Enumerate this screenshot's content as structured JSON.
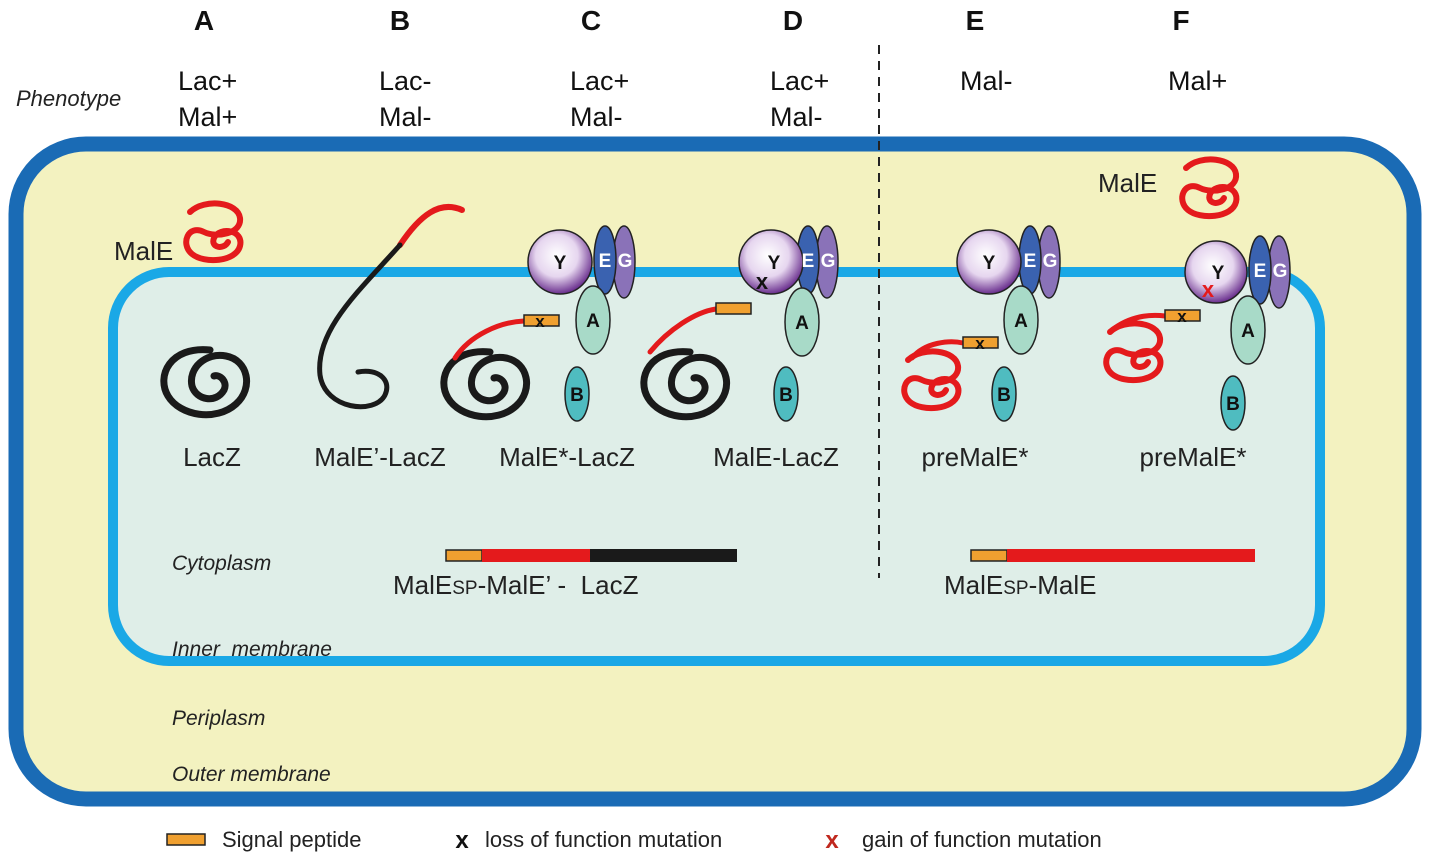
{
  "columns": [
    "A",
    "B",
    "C",
    "D",
    "E",
    "F"
  ],
  "phenotype_label": "Phenotype",
  "phenotypes": [
    [
      "Lac+",
      "Mal+"
    ],
    [
      "Lac-",
      "Mal-"
    ],
    [
      "Lac+",
      "Mal-"
    ],
    [
      "Lac+",
      "Mal-"
    ],
    [
      "Mal-"
    ],
    [
      "Mal+"
    ]
  ],
  "protein_labels": [
    "LacZ",
    "MalE’-LacZ",
    "MalE*-LacZ",
    "MalE-LacZ",
    "preMalE*",
    "preMalE*"
  ],
  "male_labels": {
    "periplasm_a": "MalE",
    "periplasm_f": "MalE"
  },
  "subunits": {
    "Y": "Y",
    "E": "E",
    "G": "G",
    "A": "A",
    "B": "B"
  },
  "compartments": {
    "cytoplasm": "Cytoplasm",
    "inner_membrane": "Inner  membrane",
    "periplasm": "Periplasm",
    "outer_membrane": "Outer membrane"
  },
  "constructs": {
    "left": {
      "prefix": "MalE",
      "sub": "SP",
      "suffix": "-MalE’ -  LacZ"
    },
    "right": {
      "prefix": "MalE",
      "sub": "SP",
      "suffix": "-MalE"
    }
  },
  "mutation_mark": "x",
  "legend": {
    "signal_peptide": "Signal peptide",
    "loss": "loss of function mutation",
    "gain": "gain of function mutation"
  },
  "colors": {
    "outer_membrane": "#1a6bb5",
    "periplasm": "#f3f2c0",
    "inner_membrane": "#1aa8e6",
    "cytoplasm": "#dfeee8",
    "male": "#e41a1c",
    "lacz": "#1a1a1a",
    "signal_peptide": "#f0a030",
    "secY": "#7a3f9a",
    "secE": "#3a62b0",
    "secG": "#8a72b8",
    "secA": "#a8dac8",
    "secB": "#4fbcc0"
  }
}
